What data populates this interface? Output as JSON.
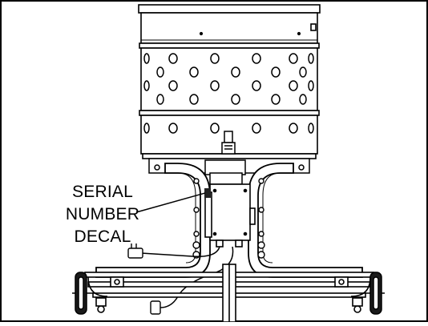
{
  "callout": {
    "line1": "SERIAL",
    "line2": "NUMBER",
    "line3": "DECAL"
  },
  "colors": {
    "ink": "#000000",
    "paper": "#ffffff"
  }
}
